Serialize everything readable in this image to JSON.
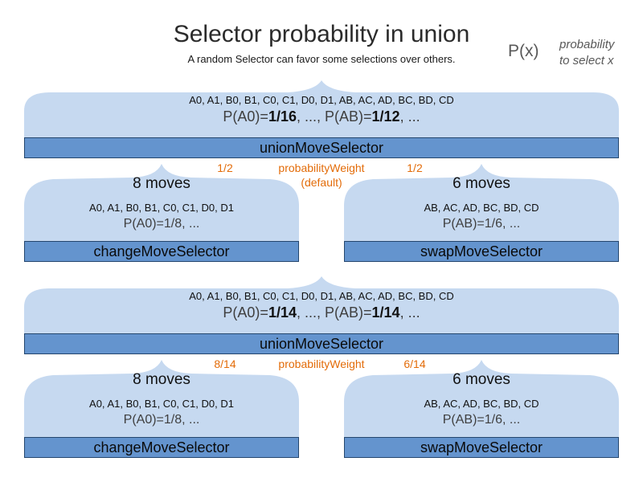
{
  "header": {
    "title": "Selector probability in union",
    "subtitle": "A random Selector can favor some selections over others.",
    "legend": {
      "symbol": "P(x)",
      "description_line1": "probability",
      "description_line2": "to select x"
    }
  },
  "diagrams": [
    {
      "union": {
        "moves": "A0, A1, B0, B1, C0, C1, D0, D1, AB, AC, AD, BC, BD, CD",
        "prob_segments": [
          "P(A0)=",
          "1/16",
          ", ..., P(AB)=",
          "1/12",
          ", ..."
        ],
        "bar_label": "unionMoveSelector"
      },
      "weights": {
        "left": "1/2",
        "label": "probabilityWeight",
        "note": "(default)",
        "right": "1/2"
      },
      "children": [
        {
          "count": "8 moves",
          "moves": "A0, A1, B0, B1, C0, C1, D0, D1",
          "prob": "P(A0)=1/8, ...",
          "bar_label": "changeMoveSelector"
        },
        {
          "count": "6 moves",
          "moves": "AB, AC, AD, BC, BD, CD",
          "prob": "P(AB)=1/6, ...",
          "bar_label": "swapMoveSelector"
        }
      ]
    },
    {
      "union": {
        "moves": "A0, A1, B0, B1, C0, C1, D0, D1, AB, AC, AD, BC, BD, CD",
        "prob_segments": [
          "P(A0)=",
          "1/14",
          ", ..., P(AB)=",
          "1/14",
          ", ..."
        ],
        "bar_label": "unionMoveSelector"
      },
      "weights": {
        "left": "8/14",
        "label": "probabilityWeight",
        "note": "",
        "right": "6/14"
      },
      "children": [
        {
          "count": "8 moves",
          "moves": "A0, A1, B0, B1, C0, C1, D0, D1",
          "prob": "P(A0)=1/8, ...",
          "bar_label": "changeMoveSelector"
        },
        {
          "count": "6 moves",
          "moves": "AB, AC, AD, BC, BD, CD",
          "prob": "P(AB)=1/6, ...",
          "bar_label": "swapMoveSelector"
        }
      ]
    }
  ],
  "colors": {
    "arch_fill": "#c6d9f0",
    "bar_fill": "#6494ce",
    "bar_border": "#24466e",
    "accent_orange": "#e36c09",
    "muted_gray": "#595959"
  }
}
